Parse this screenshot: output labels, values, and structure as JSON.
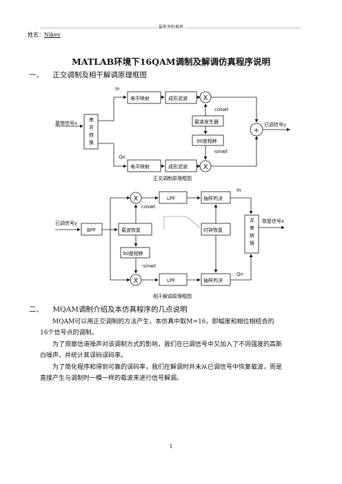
{
  "header": {
    "text": "最新资料推荐"
  },
  "author": {
    "label": "姓名：",
    "value": "Nikev"
  },
  "title": "MATLAB环境下16QAM调制及解调仿真程序说明",
  "section1": {
    "num": "一、",
    "title": "正交调制及相干解调原理框图"
  },
  "mod_diagram": {
    "input": "基带信号x",
    "sp": [
      "串",
      "并",
      "转",
      "换"
    ],
    "level_map": "电平映射",
    "shaping": "成形滤波",
    "carrier_gen": "载波发生器",
    "shift90": "90度相移",
    "mult": "X",
    "add": "+",
    "in_label": "In",
    "qn_label": "Qn",
    "cos": "coswt",
    "sin": "-sinwt",
    "output": "已调信号y",
    "caption": "正交调制原理框图"
  },
  "demod_diagram": {
    "input": "已调信号y",
    "bpf": "BPF",
    "carrier_rec": "载波恢复",
    "shift90": "90度相移",
    "lpf": "LPF",
    "sample": "抽样判决",
    "clock": "时钟恢复",
    "ps": [
      "并",
      "串",
      "转",
      "换"
    ],
    "mult": "X",
    "cos": "coswt",
    "sin": "-sinwt",
    "in_label": "In",
    "qn_label": "Qn",
    "output": "恢复信号x",
    "caption": "相干解调原理框图"
  },
  "section2": {
    "num": "二、",
    "title": "MQAM调制介绍及本仿真程序的几点说明"
  },
  "paragraphs": {
    "p1": "MQAM可以用正交调制的方法产生，本仿真中取M=16，即幅度和相位相结合的",
    "p1b": "16个信号点的调制。",
    "p2": "为了观察信道噪声对该调制方式的影响，我们在已调信号中又加入了不同强度的高斯",
    "p2b": "白噪声，并统计其误码误码率。",
    "p3": "为了简化程序和得到可靠的误码率，我们在解调时并未从已调信号中恢复载波，而是",
    "p3b": "直接产生与调制时一模一样的载波来进行信号解调。"
  },
  "page_number": "1"
}
